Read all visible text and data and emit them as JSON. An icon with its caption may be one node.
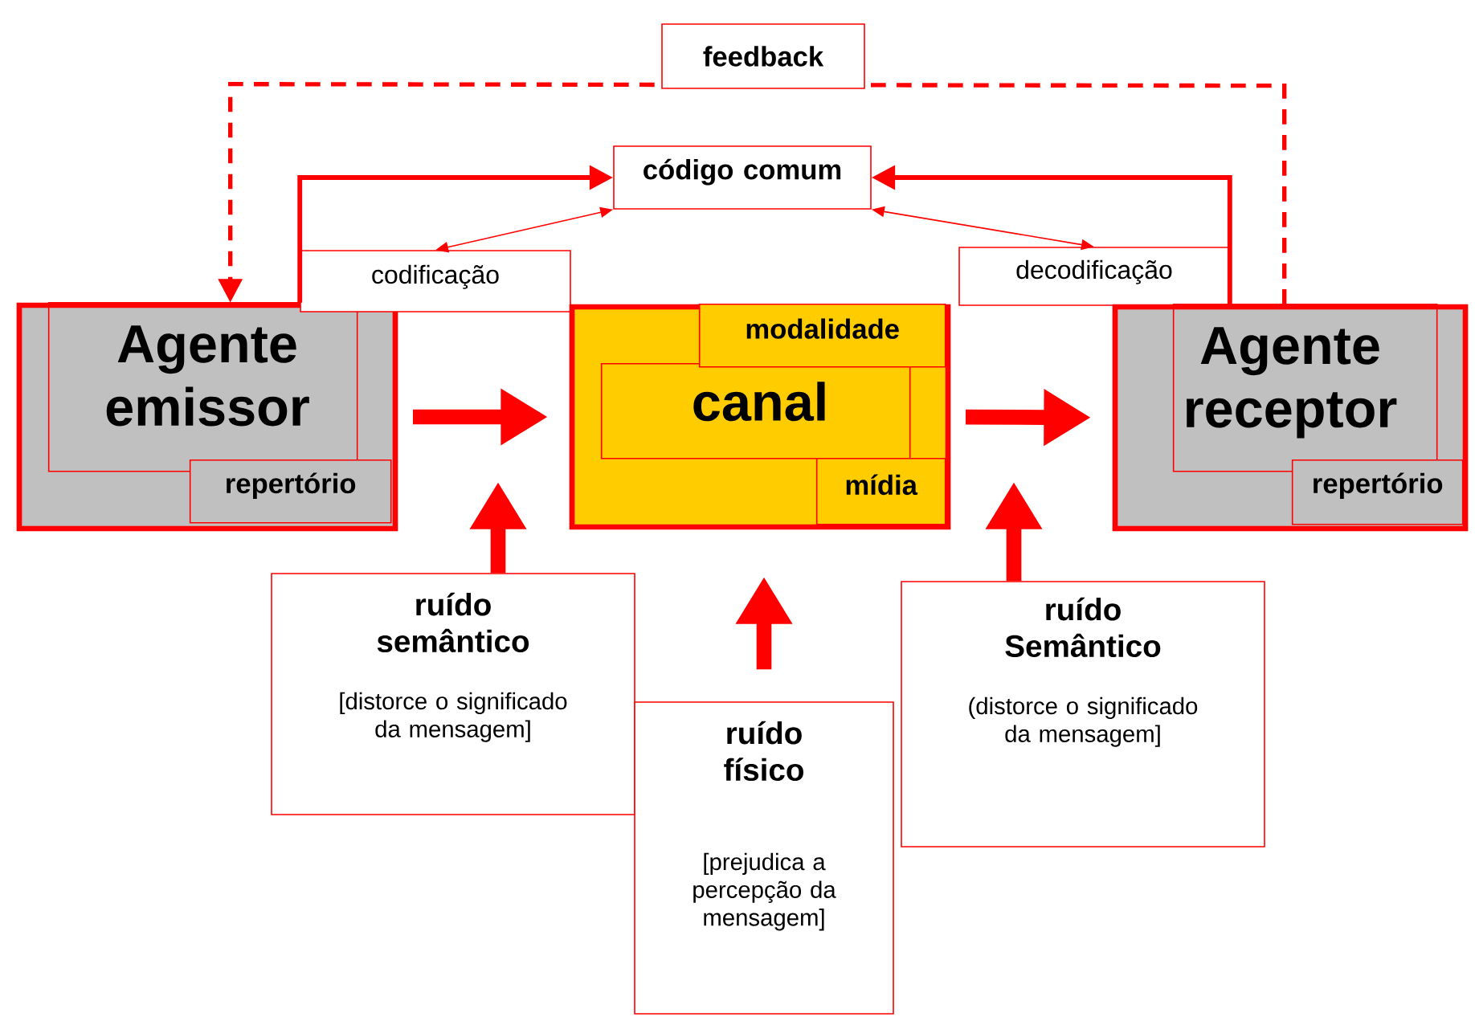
{
  "diagram": {
    "nodes": [
      {
        "text": [
          "código comum"
        ]
      },
      {
        "text": [
          "Agente emissor"
        ]
      },
      {
        "text": [
          "repertório"
        ],
        "in": 1
      },
      {
        "text": [
          "codificação"
        ]
      },
      {
        "text": [
          "canal"
        ]
      },
      {
        "text": [
          "modalidade"
        ],
        "in": 4
      },
      {
        "text": [
          "mídia"
        ],
        "in": 4
      },
      {
        "text": [
          "decodificação"
        ]
      },
      {
        "text": [
          "Agente receptor"
        ]
      },
      {
        "text": [
          "repertório"
        ],
        "in": 8
      },
      {
        "text": [
          "ruído semântico",
          "[distorce o significado da mensagem]"
        ]
      },
      {
        "text": [
          "ruído físico",
          "[prejudica a percepção da mensagem]"
        ]
      },
      {
        "text": [
          "ruído Semântico",
          "(distorce o significado da mensagem]"
        ]
      }
    ],
    "edges": [
      {
        "from": 1,
        "to": 0,
        "arrow": "to"
      },
      {
        "from": 8,
        "to": 0,
        "arrow": "to"
      },
      {
        "from": 3,
        "to": 0,
        "arrow": "both"
      },
      {
        "from": 7,
        "to": 0,
        "arrow": "both"
      },
      {
        "from": 8,
        "to": 1,
        "arrow": "to",
        "style": "dashed",
        "label": "feedback"
      },
      {
        "from": 1,
        "to": 4,
        "arrow": "to",
        "style": "thick"
      },
      {
        "from": 4,
        "to": 8,
        "arrow": "to",
        "style": "thick"
      },
      {
        "from": 10,
        "to": null,
        "arrow": "to",
        "style": "thick"
      },
      {
        "from": 11,
        "to": 4,
        "arrow": "to",
        "style": "thick"
      },
      {
        "from": 12,
        "to": null,
        "arrow": "to",
        "style": "thick"
      }
    ]
  }
}
